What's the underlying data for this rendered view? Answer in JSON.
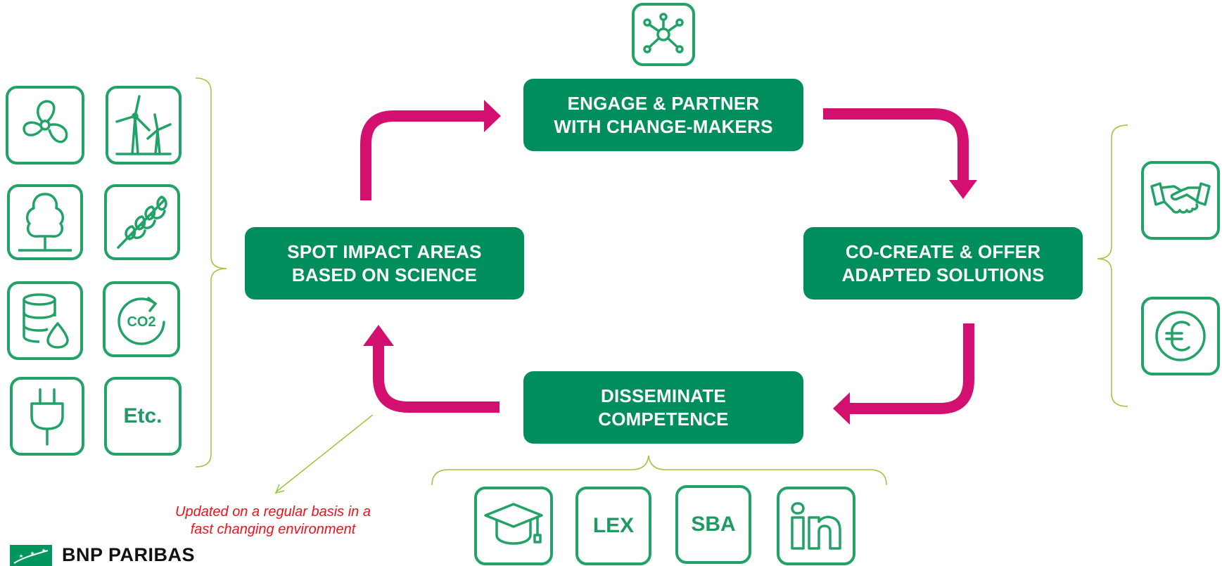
{
  "stages": {
    "engage": {
      "line1": "ENGAGE & PARTNER",
      "line2": "WITH CHANGE-MAKERS"
    },
    "co_create": {
      "line1": "CO-CREATE & OFFER",
      "line2": "ADAPTED SOLUTIONS"
    },
    "disseminate": {
      "line1": "DISSEMINATE",
      "line2": "COMPETENCE"
    },
    "spot": {
      "line1": "SPOT IMPACT AREAS",
      "line2": "BASED ON SCIENCE"
    }
  },
  "left_icons": {
    "items": [
      "fan-icon",
      "wind-turbine-icon",
      "tree-icon",
      "wheat-icon",
      "water-database-icon",
      "co2-cycle-icon",
      "plug-icon",
      "etc-tile"
    ],
    "co2_label": "CO2",
    "etc_label": "Etc."
  },
  "right_icons": {
    "items": [
      "handshake-icon",
      "euro-icon"
    ]
  },
  "bottom_icons": {
    "items": [
      "graduation-cap-icon",
      "lex-tile",
      "sba-tile",
      "linkedin-icon"
    ],
    "lex_label": "LEX",
    "sba_label": "SBA"
  },
  "top_icon": "network-icon",
  "note": {
    "line1": "Updated on a regular basis in a",
    "line2": "fast changing environment"
  },
  "brand": {
    "name": "BNP PARIBAS"
  },
  "colors": {
    "stage_fill": "#008f5c",
    "icon_green": "#21a266",
    "arrow_magenta": "#d3106f",
    "bracket_lime": "#9ac63c",
    "note_red": "#e8141e"
  }
}
